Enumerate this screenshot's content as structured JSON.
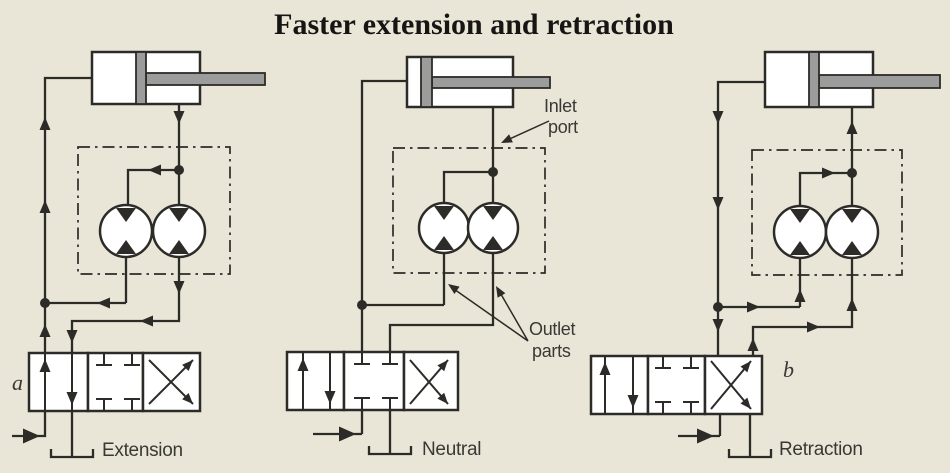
{
  "title": "Faster extension and retraction",
  "colors": {
    "background": "#e9e6d8",
    "line": "#2d2b27",
    "component_fill": "#ffffff",
    "metal_gray": "#9c9c9c",
    "text": "#3a3835"
  },
  "diagrams": [
    {
      "name": "extension-circuit",
      "position_label": "a",
      "state_label": "Extension"
    },
    {
      "name": "neutral-circuit",
      "state_label": "Neutral",
      "annotations": {
        "inlet_line1": "Inlet",
        "inlet_line2": "port",
        "outlet_line1": "Outlet",
        "outlet_line2": "parts"
      }
    },
    {
      "name": "retraction-circuit",
      "position_label": "b",
      "state_label": "Retraction"
    }
  ]
}
